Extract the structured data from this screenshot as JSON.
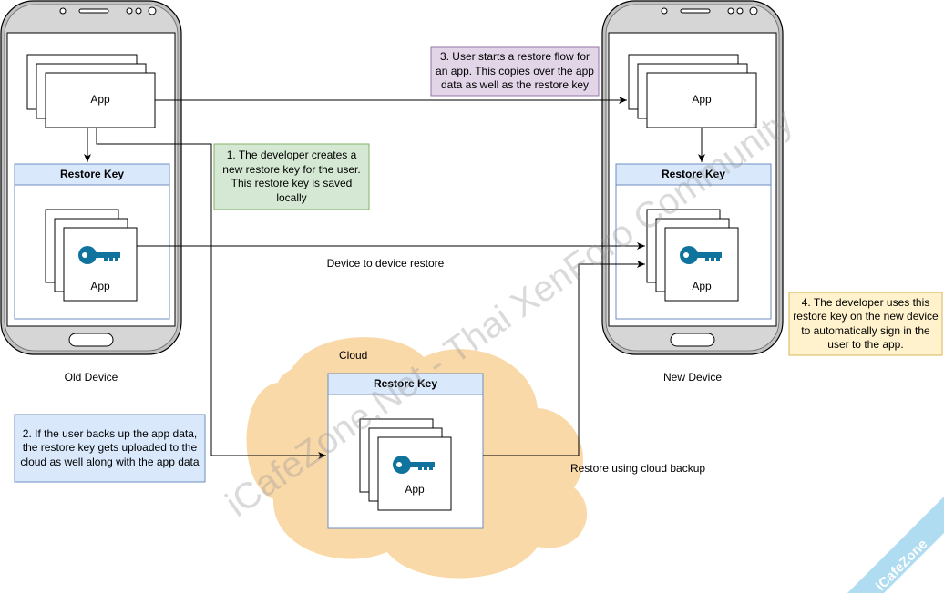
{
  "devices": {
    "old_label": "Old Device",
    "new_label": "New Device"
  },
  "cloud": {
    "label": "Cloud",
    "fill_color": "#fad9a9"
  },
  "boxes": {
    "app_label": "App",
    "restore_key_title": "Restore Key",
    "restore_key_header_color": "#dae8fc",
    "restore_key_border_color": "#6c8ebf"
  },
  "edges": {
    "device_to_device": "Device to device restore",
    "cloud_restore": "Restore using cloud backup"
  },
  "notes": {
    "step1": "1. The developer creates a new restore key for the user. This restore key is saved locally",
    "step2": "2. If the user backs up the app data, the restore key gets uploaded to the cloud as well along with the app data",
    "step3": "3. User starts a restore flow for an app. This copies over the app data as well as the restore key",
    "step4": "4. The developer uses this restore key on the new device to automatically sign in the user to the app."
  },
  "note_colors": {
    "step1": "#d5e8d4",
    "step2": "#dae8fc",
    "step3": "#e1d5e7",
    "step4": "#fff2cc"
  },
  "watermark": {
    "text": "iCafeZone.Net - Thai XenForo Community",
    "ribbon": "iCafeZone"
  }
}
